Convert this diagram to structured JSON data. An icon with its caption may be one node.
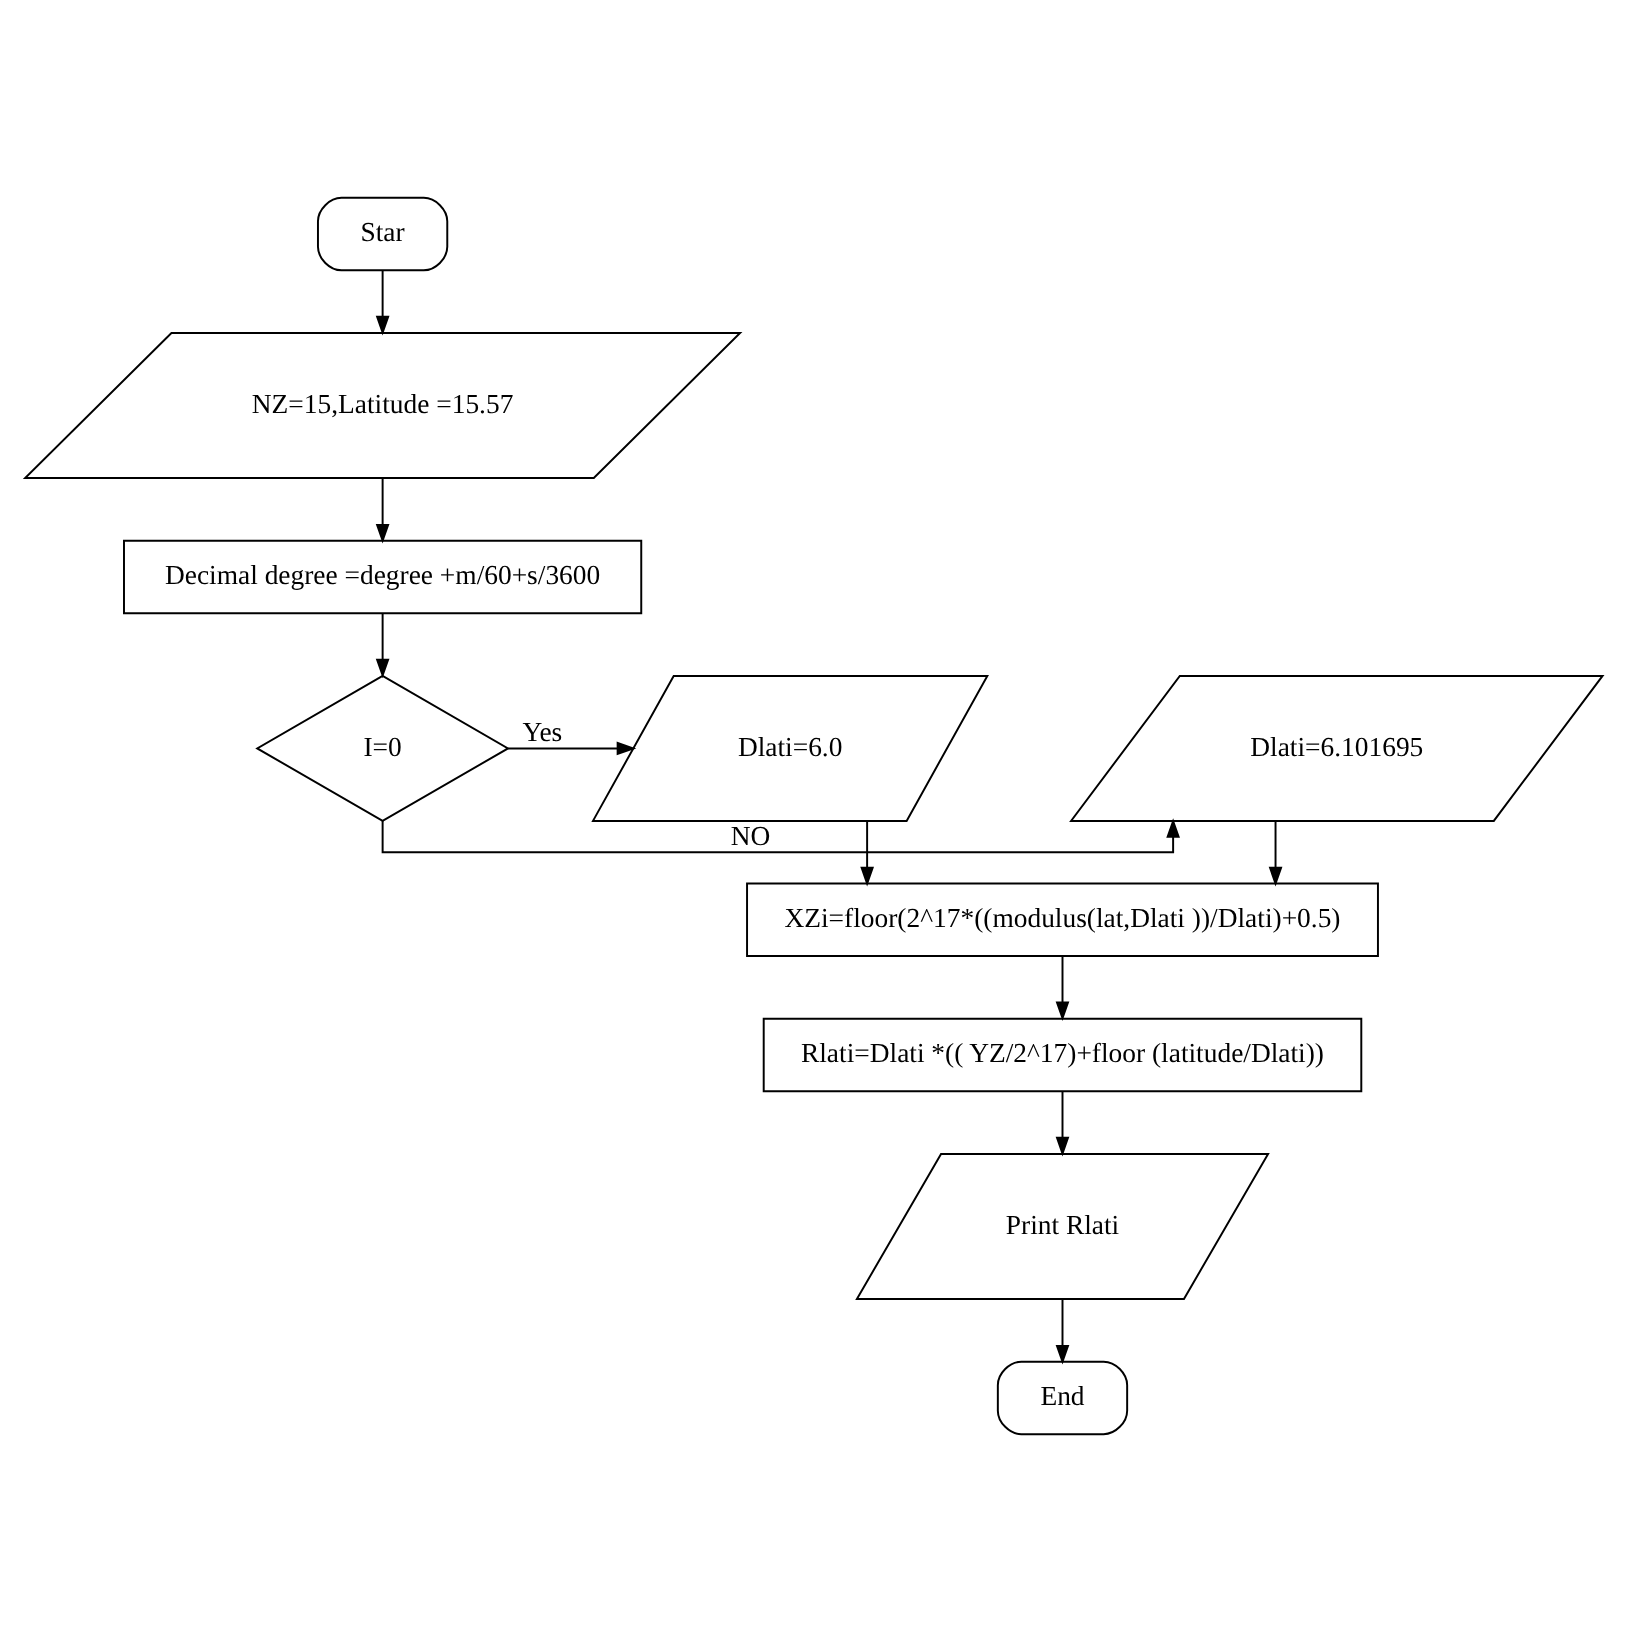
{
  "diagram": {
    "nodes": [
      {
        "text": [
          "Star"
        ]
      },
      {
        "text": [
          "NZ=15,Latitude =15.57"
        ]
      },
      {
        "text": [
          "Decimal degree =degree +m/60+s/3600"
        ]
      },
      {
        "text": [
          "I=0"
        ]
      },
      {
        "text": [
          "Dlati=6.101695"
        ]
      },
      {
        "text": [
          "Dlati=6.0"
        ]
      },
      {
        "text": [
          "XZi=floor(2^17*((modulus(lat,Dlati ))/Dlati)+0.5)"
        ]
      },
      {
        "text": [
          "Rlati=Dlati *(( YZ/2^17)+floor (latitude/Dlati))"
        ]
      },
      {
        "text": [
          "Print Rlati"
        ]
      },
      {
        "text": [
          "End"
        ]
      }
    ],
    "edges": [
      {
        "from": 0,
        "to": 1,
        "arrow": "to"
      },
      {
        "from": 1,
        "to": 2,
        "arrow": "to"
      },
      {
        "from": 2,
        "to": 3,
        "arrow": "to"
      },
      {
        "from": 3,
        "to": 4,
        "arrow": "to",
        "label": "NO"
      },
      {
        "from": 3,
        "to": 5,
        "arrow": "to",
        "label": "Yes"
      },
      {
        "from": 4,
        "to": 6,
        "arrow": "to"
      },
      {
        "from": 5,
        "to": 6,
        "arrow": "to"
      },
      {
        "from": 6,
        "to": 7,
        "arrow": "to"
      },
      {
        "from": 7,
        "to": 8,
        "arrow": "to"
      },
      {
        "from": 8,
        "to": 9,
        "arrow": "to"
      }
    ]
  }
}
